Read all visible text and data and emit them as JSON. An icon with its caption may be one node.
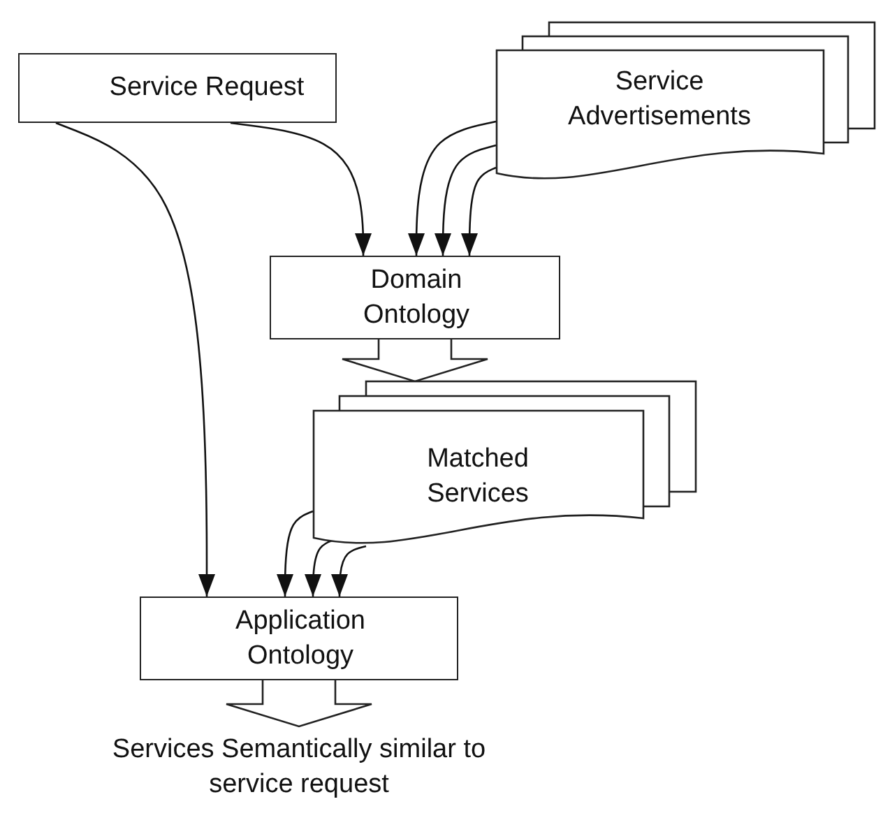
{
  "diagram": {
    "nodes": [
      {
        "text": [
          "Service Request"
        ]
      },
      {
        "text": [
          "Service Advertisements"
        ]
      },
      {
        "text": [
          "Domain Ontology"
        ]
      },
      {
        "text": [
          "Matched Services"
        ]
      },
      {
        "text": [
          "Application Ontology"
        ]
      },
      {
        "text": [
          "Services Semantically similar to service request"
        ]
      }
    ],
    "edges": [
      {
        "from": 0,
        "to": 2,
        "arrow": "to"
      },
      {
        "from": 0,
        "to": 4,
        "arrow": "to"
      },
      {
        "from": 1,
        "to": 2,
        "arrow": "to"
      },
      {
        "from": 1,
        "to": 2,
        "arrow": "to"
      },
      {
        "from": 1,
        "to": 2,
        "arrow": "to"
      },
      {
        "from": 2,
        "to": 3,
        "arrow": "to",
        "style": "thick"
      },
      {
        "from": 3,
        "to": 4,
        "arrow": "to"
      },
      {
        "from": 3,
        "to": 4,
        "arrow": "to"
      },
      {
        "from": 3,
        "to": 4,
        "arrow": "to"
      },
      {
        "from": 4,
        "to": 5,
        "arrow": "to",
        "style": "thick"
      }
    ]
  }
}
